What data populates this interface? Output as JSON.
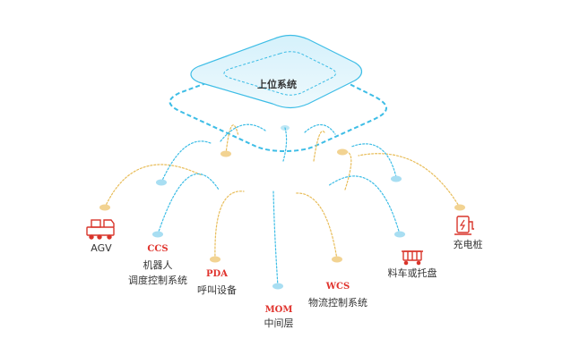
{
  "hub": {
    "label": "上位系统"
  },
  "nodes": {
    "agv": {
      "label": "AGV"
    },
    "ccs": {
      "code": "CCS",
      "line1": "机器人",
      "line2": "调度控制系统"
    },
    "pda": {
      "code": "PDA",
      "label": "呼叫设备"
    },
    "mom": {
      "code": "MOM",
      "label": "中间层"
    },
    "wcs": {
      "code": "WCS",
      "label": "物流控制系统"
    },
    "pallet": {
      "label": "料车或托盘"
    },
    "charger": {
      "label": "充电桩"
    }
  },
  "colors": {
    "blue": "#3dbde6",
    "orange": "#e8bd5a",
    "icon_red": "#d9352b",
    "hub_fill": "#e3f5fc"
  },
  "icons": {
    "agv": "agv-vehicle-icon",
    "pallet": "cart-icon",
    "charger": "charging-station-icon"
  }
}
